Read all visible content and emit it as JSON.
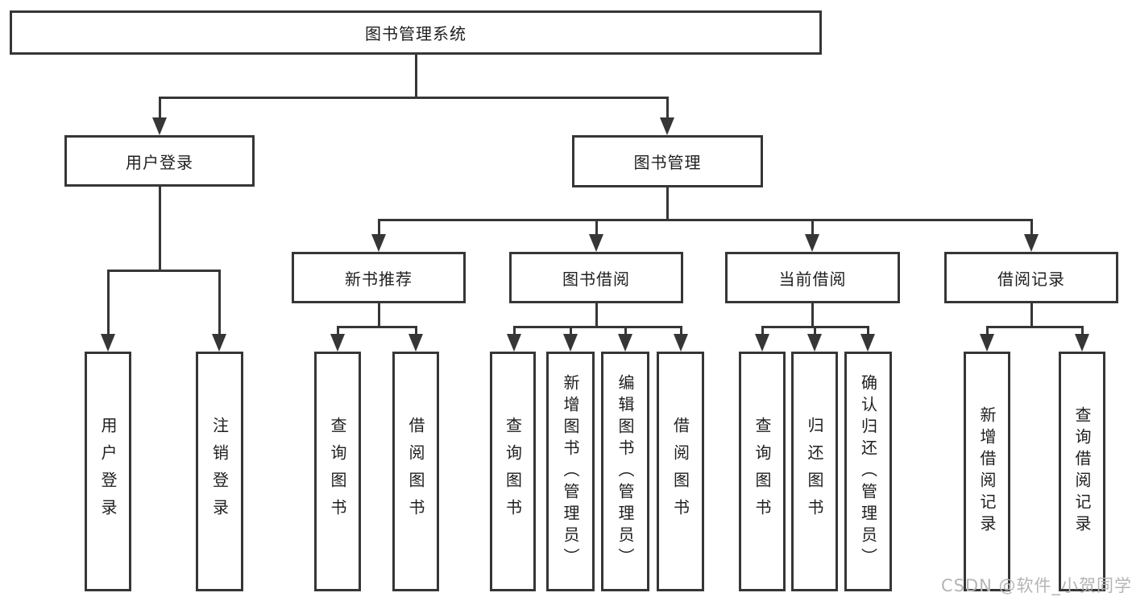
{
  "tree": {
    "root": {
      "label": "图书管理系统"
    },
    "branches": [
      {
        "label": "用户登录",
        "children": [
          {
            "label": "用户登录"
          },
          {
            "label": "注销登录"
          }
        ]
      },
      {
        "label": "图书管理",
        "children": [
          {
            "label": "新书推荐",
            "children": [
              {
                "label": "查询图书"
              },
              {
                "label": "借阅图书"
              }
            ]
          },
          {
            "label": "图书借阅",
            "children": [
              {
                "label": "查询图书"
              },
              {
                "label": "新增图书（管理员）"
              },
              {
                "label": "编辑图书（管理员）"
              },
              {
                "label": "借阅图书"
              }
            ]
          },
          {
            "label": "当前借阅",
            "children": [
              {
                "label": "查询图书"
              },
              {
                "label": "归还图书"
              },
              {
                "label": "确认归还（管理员）"
              }
            ]
          },
          {
            "label": "借阅记录",
            "children": [
              {
                "label": "新增借阅记录"
              },
              {
                "label": "查询借阅记录"
              }
            ]
          }
        ]
      }
    ]
  },
  "watermark": {
    "text": "CSDN @软件_小贺同学"
  },
  "colors": {
    "line": "#363636",
    "box_border": "#363636",
    "box_background": "#ffffff",
    "text": "#1f1f1f",
    "watermark": "#b5b5b5",
    "background": "#ffffff"
  }
}
